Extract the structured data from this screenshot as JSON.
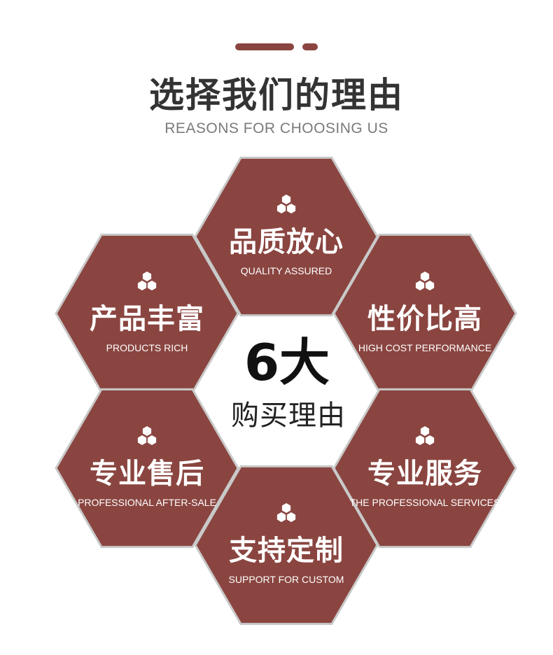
{
  "header": {
    "title": "选择我们的理由",
    "subtitle": "REASONS FOR CHOOSING US"
  },
  "center": {
    "big": "6大",
    "small": "购买理由"
  },
  "colors": {
    "hex_fill": "#8a4540",
    "hex_stroke": "#c9c9c9",
    "accent": "#8a4540"
  },
  "cells": [
    {
      "icon": "cubes-icon",
      "title": "品质放心",
      "subtitle": "QUALITY ASSURED"
    },
    {
      "icon": "cubes-icon",
      "title": "产品丰富",
      "subtitle": "PRODUCTS RICH"
    },
    {
      "icon": "cubes-icon",
      "title": "性价比高",
      "subtitle": "HIGH COST PERFORMANCE"
    },
    {
      "icon": "cubes-icon",
      "title": "专业售后",
      "subtitle": "PROFESSIONAL AFTER-SALE"
    },
    {
      "icon": "cubes-icon",
      "title": "专业服务",
      "subtitle": "THE PROFESSIONAL SERVICES"
    },
    {
      "icon": "cubes-icon",
      "title": "支持定制",
      "subtitle": "SUPPORT FOR CUSTOM"
    }
  ]
}
